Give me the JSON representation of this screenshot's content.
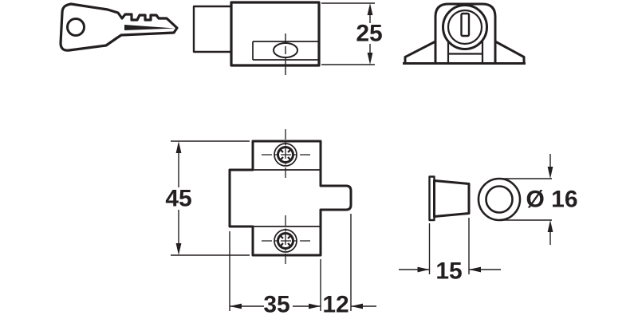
{
  "drawing": {
    "type": "technical-line-drawing",
    "colors": {
      "line": "#231f20",
      "background": "#ffffff"
    },
    "labels": {
      "side_view_height": "25",
      "front_height": "45",
      "front_width": "35",
      "bolt_projection": "12",
      "bush_length": "15",
      "bush_diameter": "Ø 16"
    }
  }
}
